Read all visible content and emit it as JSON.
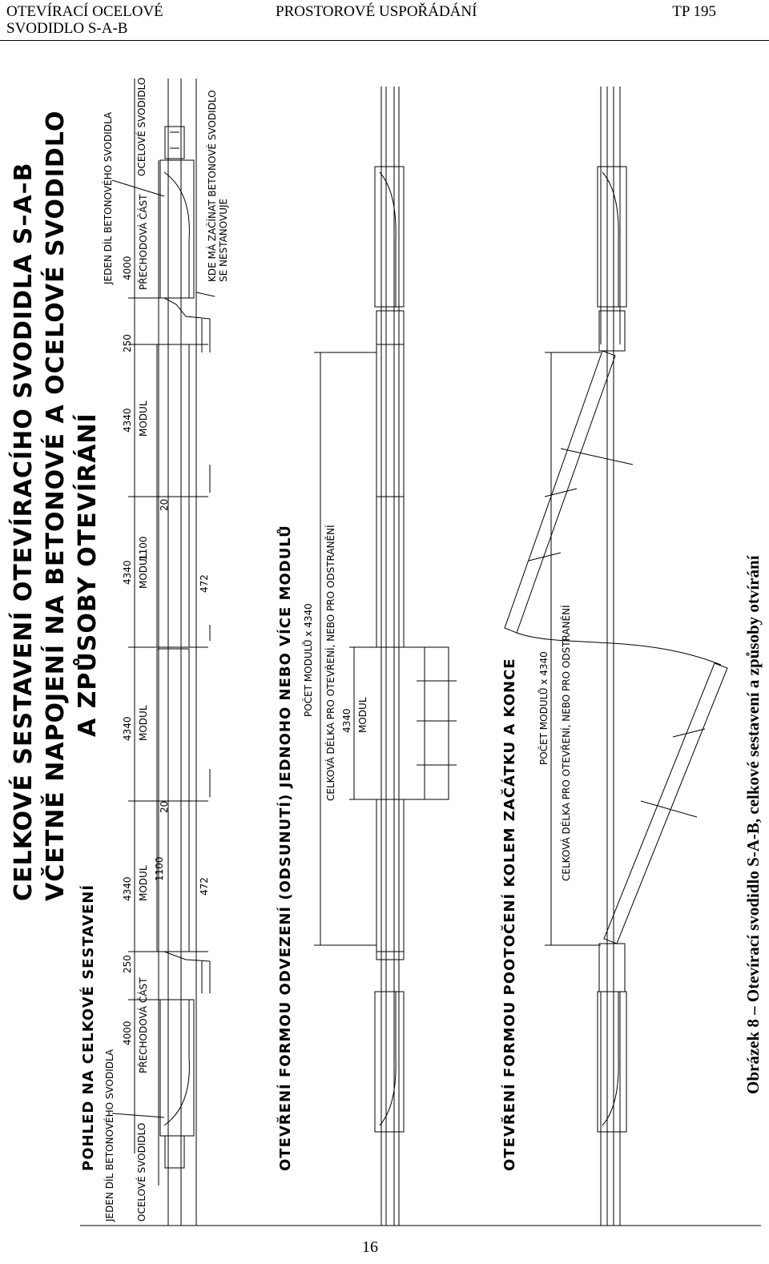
{
  "header": {
    "left_line1": "OTEVÍRACÍ OCELOVÉ",
    "left_line2": "SVODIDLO S-A-B",
    "center": "PROSTOROVÉ USPOŘÁDÁNÍ",
    "right": "TP 195"
  },
  "drawing": {
    "title_line1": "CELKOVÉ SESTAVENÍ OTEVÍRACÍHO SVODIDLA S–A–B",
    "title_line2": "VČETNĚ NAPOJENÍ NA BETONOVÉ A OCELOVÉ SVODIDLO",
    "title_line3": "A ZPŮSOBY OTEVÍRÁNÍ",
    "section1": "POHLED NA CELKOVÉ SESTAVENÍ",
    "section2": "OTEVŘENÍ FORMOU ODVEZENÍ (ODSUNUTÍ) JEDNOHO NEBO VÍCE MODULŮ",
    "section3": "OTEVŘENÍ FORMOU POOTOČENÍ KOLEM ZAČÁTKU A KONCE",
    "labels": {
      "jeden_dil": "JEDEN DÍL BETONOVÉHO SVODIDLA",
      "ocelove": "OCELOVÉ SVODIDLO",
      "prechodova": "PŘECHODOVÁ ČÁST",
      "modul": "MODUL",
      "kde_ma_1": "KDE MÁ ZAČÍNAT BETONOVÉ SVODIDLO",
      "kde_ma_2": "SE NESTANOVUJE",
      "pocet_modulu": "POČET MODULŮ x 4340",
      "celkova_delka": "CELKOVÁ DÉLKA PRO OTEVŘENÍ, NEBO PRO ODSTRANĚNÍ"
    },
    "dims": {
      "d4000": "4000",
      "d250": "250",
      "d4340": "4340",
      "d1100": "1100",
      "d20": "20",
      "d472": "472"
    }
  },
  "caption": "Obrázek 8 – Otevírací svodidlo S-A-B, celkové sestavení a způsoby otvírání",
  "page_number": "16"
}
